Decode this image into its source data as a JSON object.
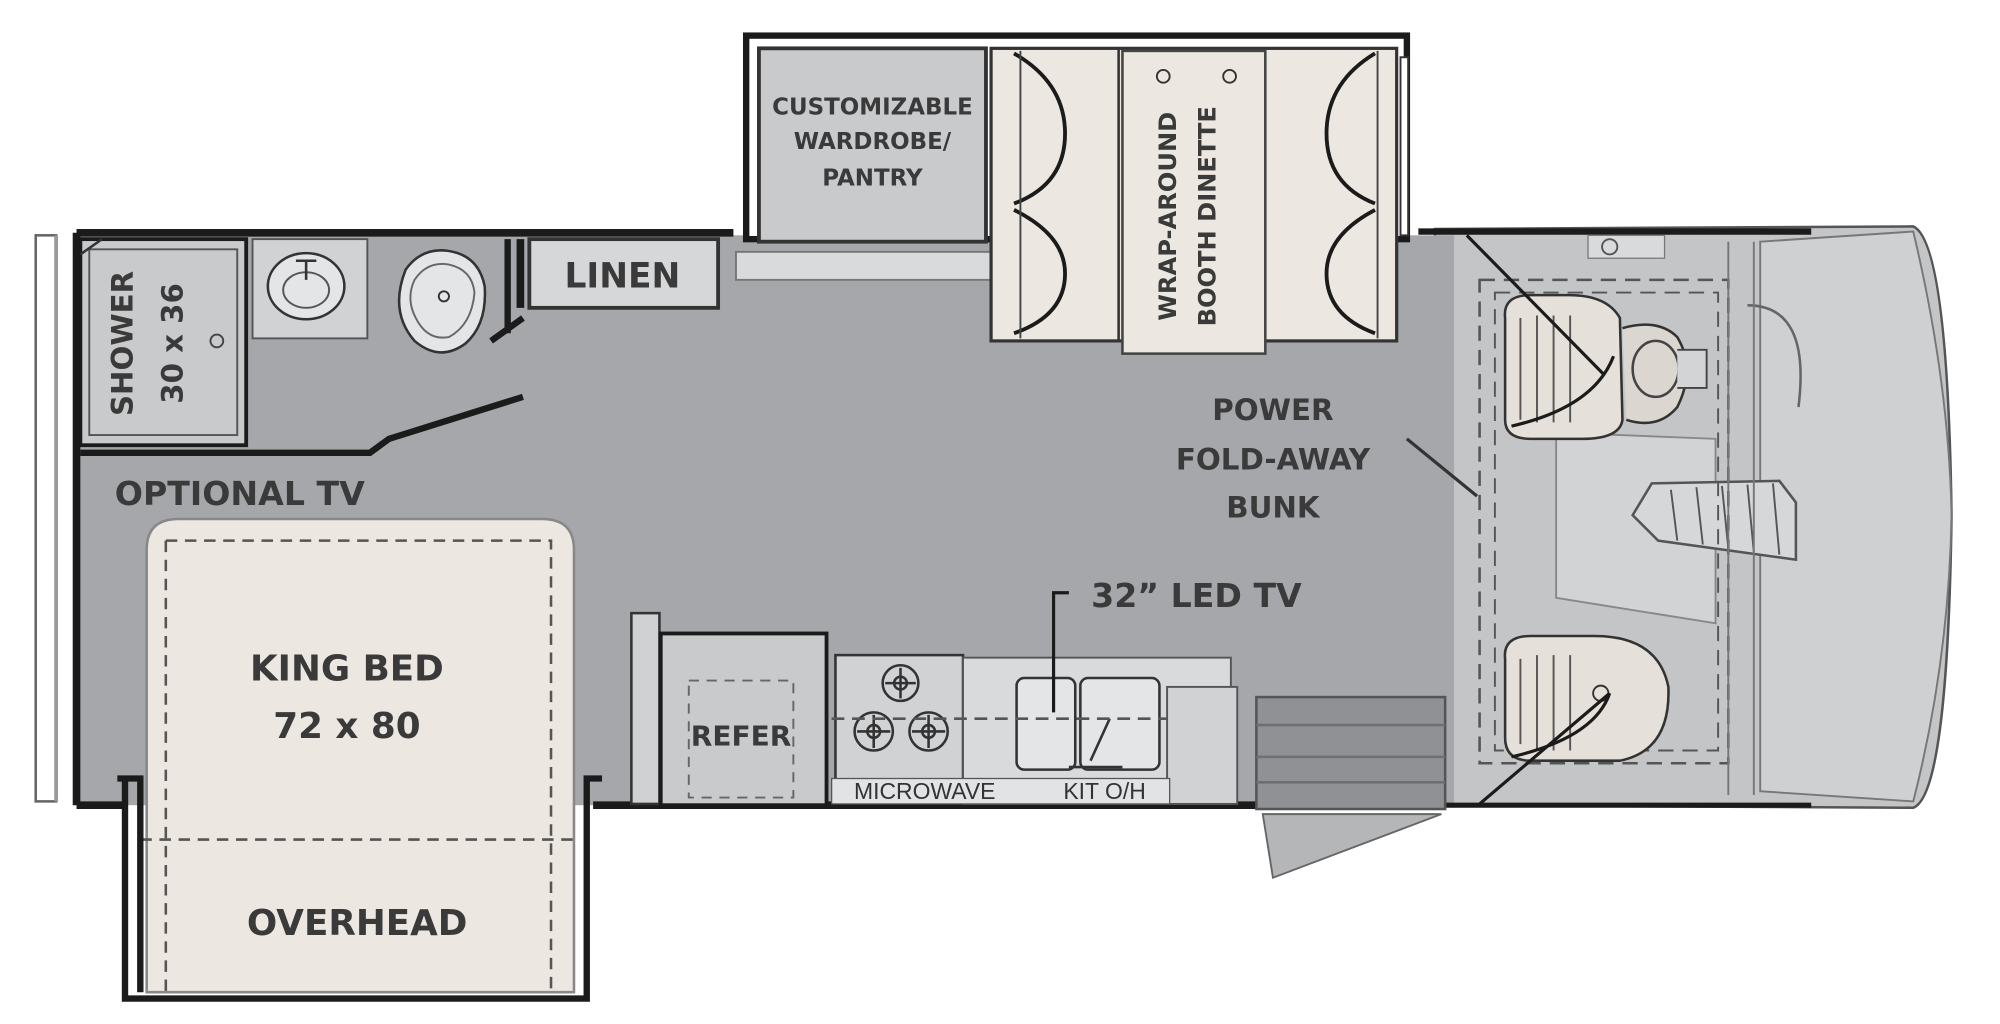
{
  "colors": {
    "floor": "#a5a7aa",
    "wall": "#1b1b1b",
    "cabinet": "#c9cacc",
    "bed": "#ede7e1",
    "cab": "#c4c5c7",
    "label": "#3a3a3a"
  },
  "labels": {
    "shower_line1": "SHOWER",
    "shower_line2": "30 x 36",
    "linen": "LINEN",
    "wardrobe_line1": "CUSTOMIZABLE",
    "wardrobe_line2": "WARDROBE/",
    "wardrobe_line3": "PANTRY",
    "dinette_line1": "WRAP-AROUND",
    "dinette_line2": "BOOTH DINETTE",
    "optional_tv": "OPTIONAL TV",
    "power_bunk_line1": "POWER",
    "power_bunk_line2": "FOLD-AWAY",
    "power_bunk_line3": "BUNK",
    "led_tv": "32” LED TV",
    "king_bed_line1": "KING BED",
    "king_bed_line2": "72 x 80",
    "overhead": "OVERHEAD",
    "refer": "REFER",
    "microwave": "MICROWAVE",
    "kit_oh": "KIT O/H"
  }
}
